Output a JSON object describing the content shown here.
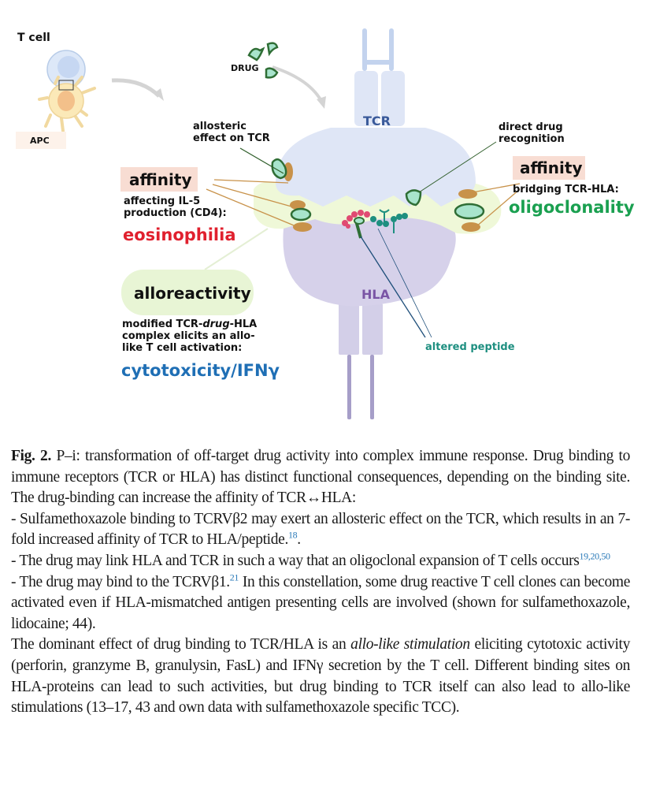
{
  "figure": {
    "labels": {
      "t_cell": "T cell",
      "apc": "APC",
      "drug": "DRUG",
      "tcr": "TCR",
      "hla": "HLA",
      "allosteric_line1": "allosteric",
      "allosteric_line2": "effect on TCR",
      "direct_line1": "direct drug",
      "direct_line2": "recognition",
      "affinity_left": "affinity",
      "affinity_right": "affinity",
      "il5_line1": "affecting IL-5",
      "il5_line2": "production (CD4):",
      "eosinophilia": "eosinophilia",
      "bridging": "bridging TCR-HLA:",
      "oligoclonality": "oligoclonality",
      "alloreactivity": "alloreactivity",
      "modified_line1_a": "modified TCR-",
      "modified_line1_b": "drug",
      "modified_line1_c": "-HLA",
      "modified_line2": "complex elicits an allo-",
      "modified_line3": "like T cell activation:",
      "cytotoxicity": "cytotoxicity/IFNγ",
      "altered_peptide": "altered peptide"
    },
    "colors": {
      "eosinophilia": "#e0202e",
      "oligoclonality": "#1aa050",
      "cytotoxicity": "#1f6fb5",
      "altered_peptide": "#1e8f80",
      "tcr_label": "#3a5a9a",
      "hla_label": "#7a55a5",
      "affinity_pill": "#f8ddd3",
      "alloreactivity_pill": "#e8f5d5"
    }
  },
  "caption": {
    "fig_label": "Fig. 2.",
    "title": " P–i: transformation of off-target drug activity into complex immune response. Drug binding to immune receptors (TCR or HLA) has distinct functional consequences, depending on the binding site. The drug-binding can increase the affinity of TCR↔HLA:",
    "bullet1": "- Sulfamethoxazole binding to TCRVβ2 may exert an allosteric effect on the TCR, which results in an 7-fold increased affinity of TCR to HLA/peptide.",
    "bullet1_ref": "18",
    "bullet1_end": ".",
    "bullet2": "- The drug may link HLA and TCR in such a way that an oligoclonal expansion of T cells occurs",
    "bullet2_ref": "19,20,50",
    "bullet3_a": "- The drug may bind to the TCRVβ1.",
    "bullet3_ref": "21",
    "bullet3_b": " In this constellation, some drug reactive T cell clones can become activated even if HLA-mismatched antigen presenting cells are involved (shown for sulfamethoxazole, lidocaine; 44).",
    "para_a": "The dominant effect of drug binding to TCR/HLA is an ",
    "para_italic": "allo-like stimulation",
    "para_b": " eliciting cytotoxic activity (perforin, granzyme B, granulysin, FasL) and IFNγ secretion by the T cell. Different binding sites on HLA-proteins can lead to such activities, but drug binding to TCR itself can also lead to allo-like stimulations (13–17, 43 and own data with sulfamethoxazole specific TCC)."
  }
}
